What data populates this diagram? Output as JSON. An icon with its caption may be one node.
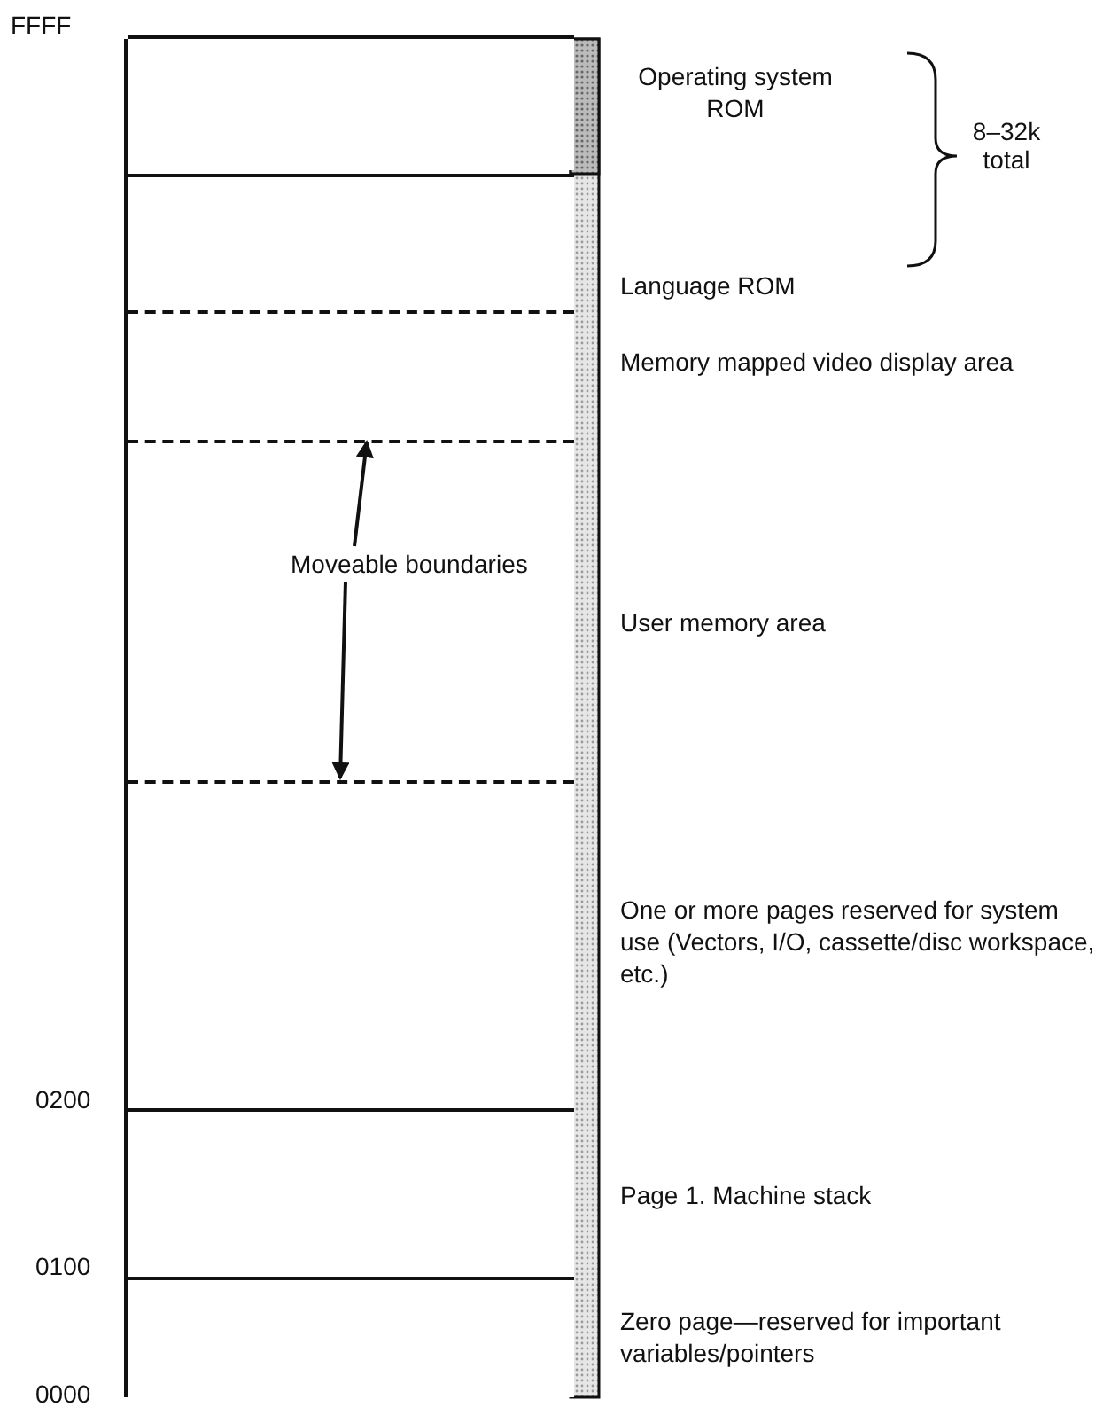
{
  "diagram": {
    "nodes": [
      {
        "text": [],
        "shape": "box",
        "beside": [
          "Operating system ROM"
        ]
      },
      {
        "text": [],
        "shape": "box",
        "beside": [
          "Language ROM"
        ]
      },
      {
        "text": [],
        "shape": "box",
        "beside": [
          "Memory mapped video display area"
        ]
      },
      {
        "text": [],
        "shape": "box",
        "beside": [
          "User memory area"
        ]
      },
      {
        "text": [],
        "shape": "box",
        "beside": [
          "One or more pages reserved for system use (Vectors, I/O, cassette/disc workspace, etc.)"
        ]
      },
      {
        "text": [],
        "shape": "box",
        "beside": [
          "Page 1. Machine stack"
        ]
      },
      {
        "text": [],
        "shape": "box",
        "beside": [
          "Zero page—reserved for important variables/pointers"
        ]
      },
      {
        "text": [
          "Moveable boundaries"
        ],
        "in": 3
      }
    ],
    "edges": [
      {
        "from": 7,
        "to": 2,
        "arrow": "to"
      },
      {
        "from": 7,
        "to": 4,
        "arrow": "to"
      }
    ],
    "labels": [
      "FFFF",
      "8–32k total",
      "0200",
      "0100",
      "0000"
    ]
  }
}
